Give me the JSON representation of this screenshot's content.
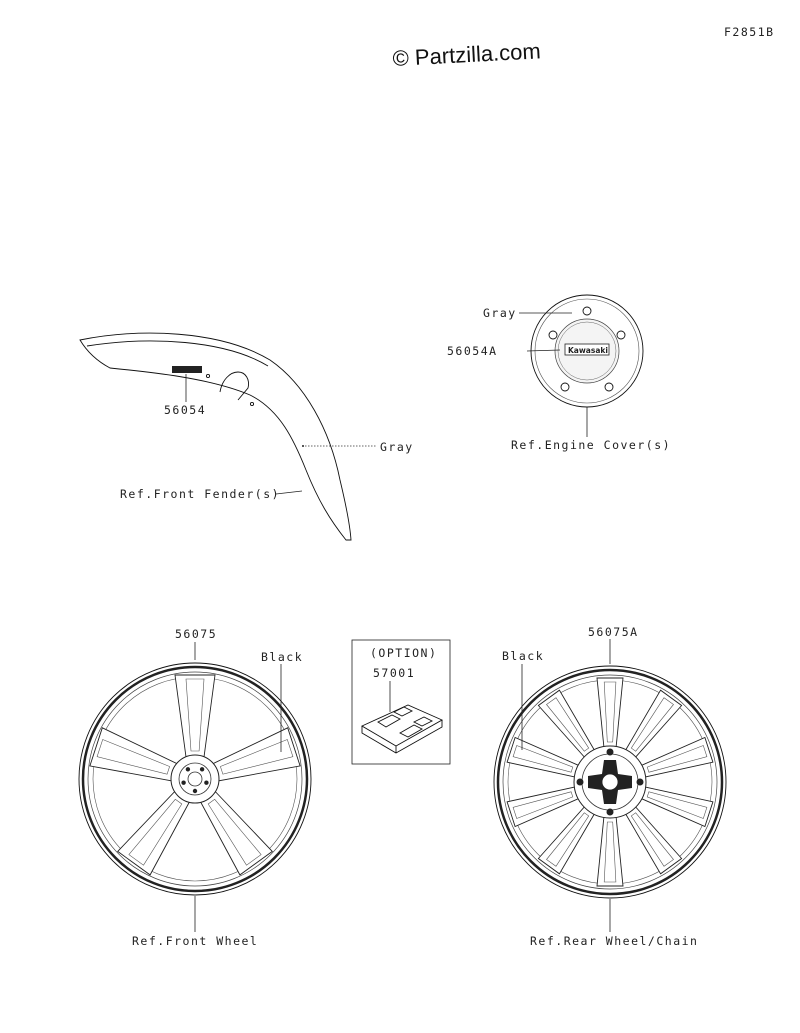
{
  "diagram_id": "F2851B",
  "watermark": "© Partzilla.com",
  "fender": {
    "part": "56054",
    "color": "Gray",
    "ref": "Ref.Front Fender(s)"
  },
  "engine_cover": {
    "color": "Gray",
    "part": "56054A",
    "ref": "Ref.Engine Cover(s)",
    "badge": "Kawasaki"
  },
  "front_wheel": {
    "part": "56075",
    "color": "Black",
    "ref": "Ref.Front Wheel"
  },
  "option_box": {
    "title": "(OPTION)",
    "part": "57001"
  },
  "rear_wheel": {
    "part": "56075A",
    "color": "Black",
    "ref": "Ref.Rear Wheel/Chain"
  }
}
